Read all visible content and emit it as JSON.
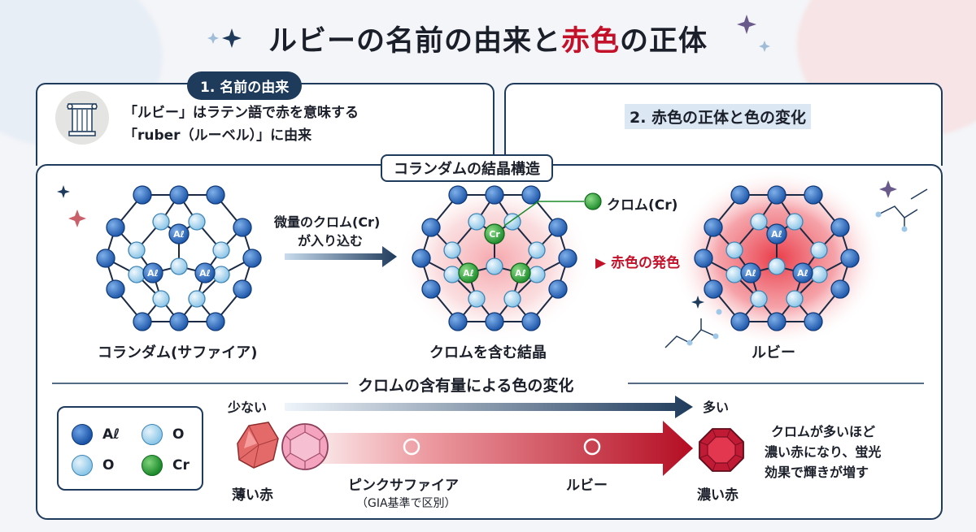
{
  "title": {
    "part1": "ルビーの名前の由来と",
    "highlight": "赤色",
    "part2": "の正体"
  },
  "section1": {
    "badge": "1. 名前の由来",
    "line1": "「ルビー」はラテン語で赤を意味する",
    "line2": "「ruber（ルーベル）」に由来",
    "icon": "greek-column-icon"
  },
  "section2": {
    "heading": "2. 赤色の正体と色の変化"
  },
  "structure": {
    "tag": "コランダムの結晶構造",
    "arrow_label_1": "微量のクロム(Cr)",
    "arrow_label_2": "が入り込む",
    "chromium_label": "クロム(Cr)",
    "red_color_label": "▶ 赤色の発色",
    "caption_left": "コランダム(サファイア)",
    "caption_mid": "クロムを含む結晶",
    "caption_right": "ルビー",
    "al_symbol": "Aℓ",
    "cr_symbol": "Cr"
  },
  "change": {
    "heading": "クロムの含有量による色の変化",
    "less": "少ない",
    "more": "多い",
    "light_red": "薄い赤",
    "pink_sapphire": "ピンクサファイア",
    "gia_note": "（GIA基準で区別）",
    "ruby": "ルビー",
    "deep_red": "濃い赤",
    "note1": "クロムが多いほど",
    "note2": "濃い赤になり、蛍光",
    "note3": "効果で輝きが増す"
  },
  "legend": [
    {
      "symbol": "Aℓ",
      "kind": "al"
    },
    {
      "symbol": "O",
      "kind": "o"
    },
    {
      "symbol": "O",
      "kind": "o"
    },
    {
      "symbol": "Cr",
      "kind": "cr"
    }
  ],
  "colors": {
    "navy": "#1f3b5c",
    "accent_red": "#c3112a",
    "al_blue": "#1b54a8",
    "o_lightblue": "#8cc7e8",
    "cr_green": "#1d8a2c"
  }
}
